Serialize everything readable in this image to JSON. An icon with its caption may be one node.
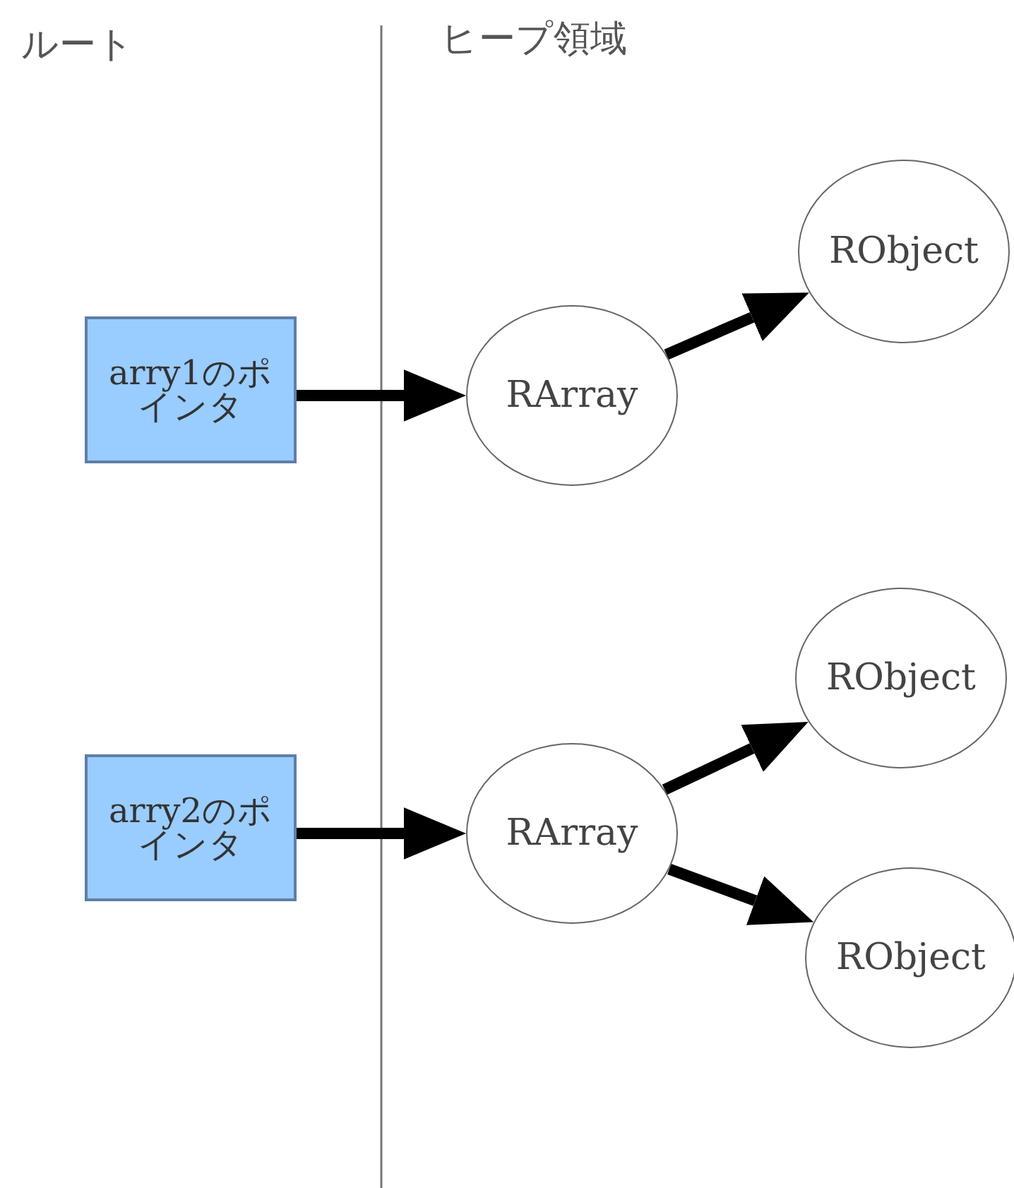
{
  "diagram": {
    "nodes": [
      {
        "text": [
          "arry1のポインタ"
        ]
      },
      {
        "text": [
          "RArray"
        ]
      },
      {
        "text": [
          "RObject"
        ]
      },
      {
        "text": [
          "arry2のポインタ"
        ]
      },
      {
        "text": [
          "RArray"
        ]
      },
      {
        "text": [
          "RObject"
        ]
      },
      {
        "text": [
          "RObject"
        ]
      }
    ],
    "edges": [
      {
        "from": 0,
        "to": 1,
        "arrow": "to"
      },
      {
        "from": 1,
        "to": 2,
        "arrow": "to"
      },
      {
        "from": 3,
        "to": 4,
        "arrow": "to"
      },
      {
        "from": 4,
        "to": 5,
        "arrow": "to"
      },
      {
        "from": 4,
        "to": 6,
        "arrow": "to"
      }
    ],
    "labels": [
      "ルート",
      "ヒープ領域"
    ]
  }
}
